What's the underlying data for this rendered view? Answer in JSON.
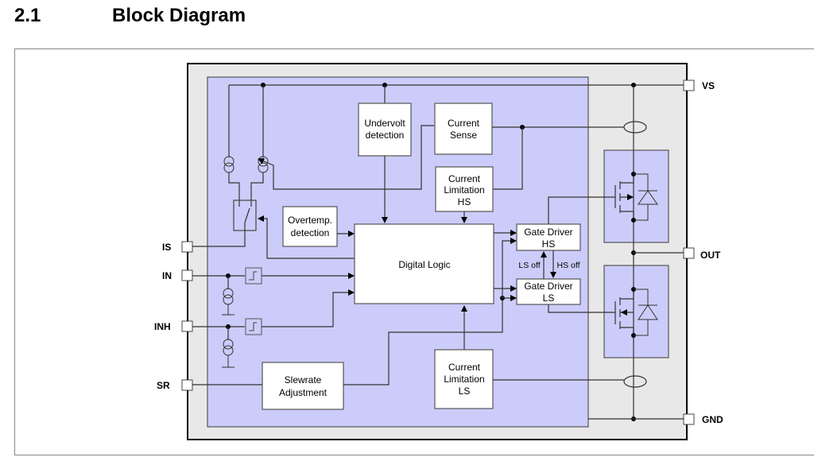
{
  "section": {
    "number": "2.1",
    "title": "Block Diagram"
  },
  "diagram": {
    "colors": {
      "chip_outer": "#e8e8e8",
      "logic_area": "#ccccfa",
      "block_fill": "#ffffff",
      "wire": "#333333"
    },
    "blocks": {
      "undervolt": [
        "Undervolt",
        "detection"
      ],
      "current_sense": [
        "Current",
        "Sense"
      ],
      "current_limit_hs": [
        "Current",
        "Limitation",
        "HS"
      ],
      "overtemp": [
        "Overtemp.",
        "detection"
      ],
      "digital_logic": "Digital Logic",
      "gate_driver_hs": [
        "Gate Driver",
        "HS"
      ],
      "gate_driver_ls": [
        "Gate Driver",
        "LS"
      ],
      "slewrate": [
        "Slewrate",
        "Adjustment"
      ],
      "current_limit_ls": [
        "Current",
        "Limitation",
        "LS"
      ]
    },
    "signals": {
      "ls_off": "LS off",
      "hs_off": "HS off"
    },
    "pins": {
      "left": [
        "IS",
        "IN",
        "INH",
        "SR"
      ],
      "right": [
        "VS",
        "OUT",
        "GND"
      ]
    }
  }
}
